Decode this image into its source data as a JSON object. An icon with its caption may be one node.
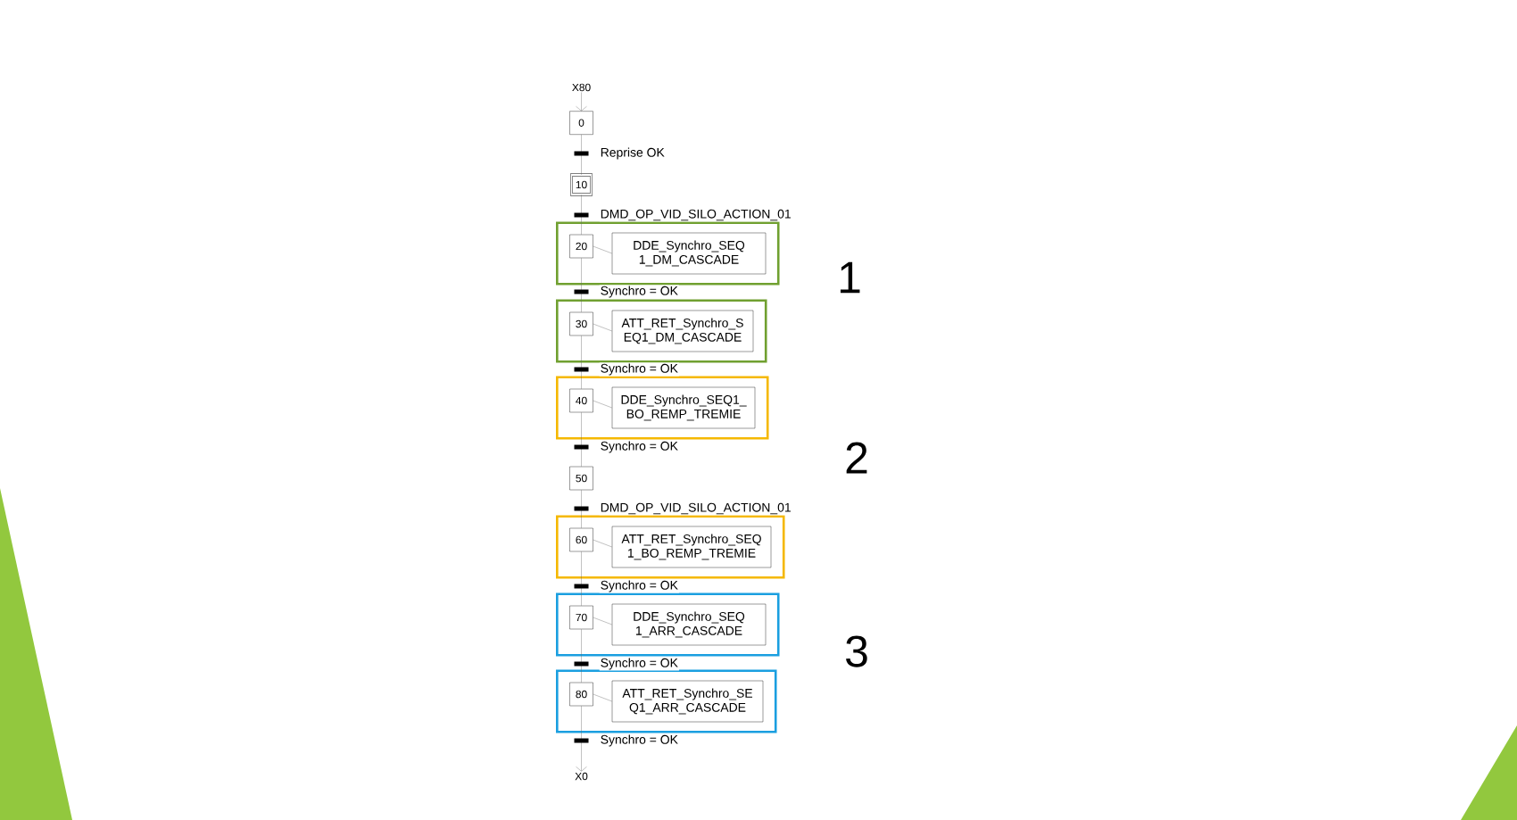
{
  "diagram": {
    "nodes": [
      {
        "text": [
          "X80"
        ]
      },
      {
        "text": [
          "0"
        ]
      },
      {
        "text": [
          "10"
        ]
      },
      {
        "text": [],
        "shape": "box"
      },
      {
        "text": [
          "20"
        ],
        "in": 3
      },
      {
        "text": [
          "DDE_Synchro_SEQ 1_DM_CASCADE"
        ],
        "in": 3
      },
      {
        "text": [],
        "shape": "box"
      },
      {
        "text": [
          "30"
        ],
        "in": 6
      },
      {
        "text": [
          "ATT_RET_Synchro_S EQ1_DM_CASCADE"
        ],
        "in": 6
      },
      {
        "text": [],
        "shape": "box"
      },
      {
        "text": [
          "40"
        ],
        "in": 9
      },
      {
        "text": [
          "DDE_Synchro_SEQ1_ BO_REMP_TREMIE"
        ],
        "in": 9
      },
      {
        "text": [
          "50"
        ]
      },
      {
        "text": [],
        "shape": "box"
      },
      {
        "text": [
          "60"
        ],
        "in": 13
      },
      {
        "text": [
          "ATT_RET_Synchro_SEQ 1_BO_REMP_TREMIE"
        ],
        "in": 13
      },
      {
        "text": [],
        "shape": "box"
      },
      {
        "text": [
          "70"
        ],
        "in": 16
      },
      {
        "text": [
          "DDE_Synchro_SEQ 1_ARR_CASCADE"
        ],
        "in": 16
      },
      {
        "text": [],
        "shape": "box"
      },
      {
        "text": [
          "80"
        ],
        "in": 19
      },
      {
        "text": [
          "ATT_RET_Synchro_SE Q1_ARR_CASCADE"
        ],
        "in": 19
      },
      {
        "text": [
          "X0"
        ]
      }
    ],
    "edges": [
      {
        "from": 0,
        "to": 1,
        "arrow": "to"
      },
      {
        "from": 1,
        "to": 2,
        "arrow": "none",
        "label": "Reprise OK"
      },
      {
        "from": 2,
        "to": 4,
        "arrow": "none",
        "label": "DMD_OP_VID_SILO_ACTION_01"
      },
      {
        "from": 4,
        "to": 5,
        "arrow": "none"
      },
      {
        "from": 4,
        "to": 7,
        "arrow": "none",
        "label": "Synchro = OK"
      },
      {
        "from": 7,
        "to": 8,
        "arrow": "none"
      },
      {
        "from": 7,
        "to": 10,
        "arrow": "none",
        "label": "Synchro = OK"
      },
      {
        "from": 10,
        "to": 11,
        "arrow": "none"
      },
      {
        "from": 10,
        "to": 12,
        "arrow": "none",
        "label": "Synchro = OK"
      },
      {
        "from": 12,
        "to": 14,
        "arrow": "none",
        "label": "DMD_OP_VID_SILO_ACTION_01"
      },
      {
        "from": 14,
        "to": 15,
        "arrow": "none"
      },
      {
        "from": 14,
        "to": 17,
        "arrow": "none",
        "label": "Synchro = OK"
      },
      {
        "from": 17,
        "to": 18,
        "arrow": "none"
      },
      {
        "from": 17,
        "to": 20,
        "arrow": "none",
        "label": "Synchro = OK"
      },
      {
        "from": 20,
        "to": 21,
        "arrow": "none"
      },
      {
        "from": 20,
        "to": 22,
        "arrow": "to",
        "label": "Synchro = OK"
      }
    ],
    "labels": [
      "1",
      "2",
      "3"
    ]
  }
}
